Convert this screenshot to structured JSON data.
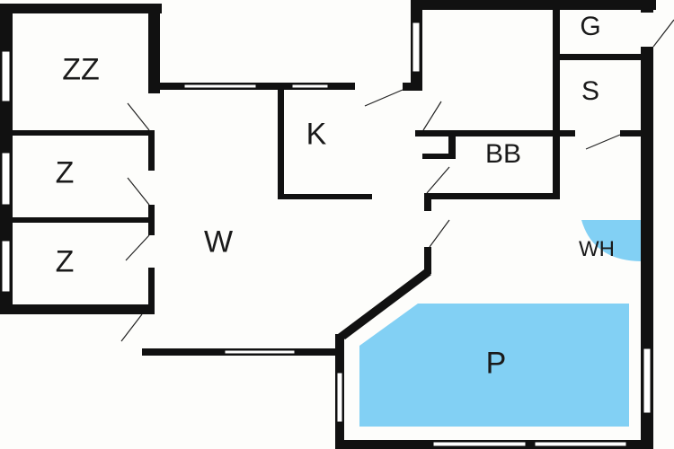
{
  "rooms": {
    "zz": "ZZ",
    "z1": "Z",
    "z2": "Z",
    "k": "K",
    "w": "W",
    "g": "G",
    "s": "S",
    "bb": "BB",
    "wh": "WH",
    "p": "P"
  },
  "colors": {
    "wall": "#111111",
    "pool": "#82d0f4",
    "background": "#fdfdfb",
    "window": "#ffffff"
  }
}
